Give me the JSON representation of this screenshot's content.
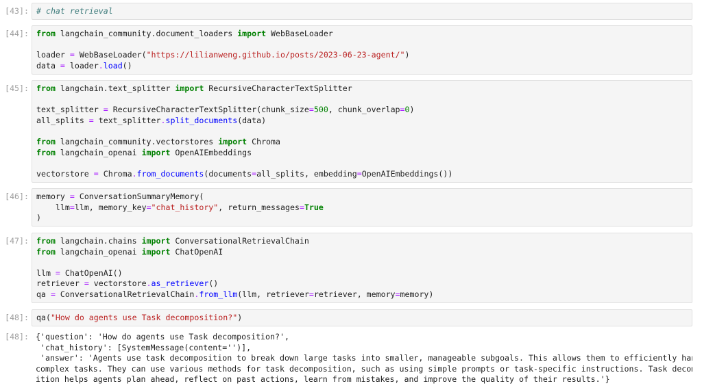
{
  "cells": [
    {
      "id": "c43",
      "prompt": "[43]:",
      "lines": [
        [
          {
            "t": "# chat retrieval",
            "c": "cmt"
          }
        ]
      ]
    },
    {
      "id": "c44",
      "prompt": "[44]:",
      "lines": [
        [
          {
            "t": "from",
            "c": "kw"
          },
          {
            "t": " langchain_community.document_loaders "
          },
          {
            "t": "import",
            "c": "kw"
          },
          {
            "t": " WebBaseLoader"
          }
        ],
        [],
        [
          {
            "t": "loader "
          },
          {
            "t": "=",
            "c": "op"
          },
          {
            "t": " WebBaseLoader("
          },
          {
            "t": "\"https://lilianweng.github.io/posts/2023-06-23-agent/\"",
            "c": "str"
          },
          {
            "t": ")"
          }
        ],
        [
          {
            "t": "data "
          },
          {
            "t": "=",
            "c": "op"
          },
          {
            "t": " loader"
          },
          {
            "t": ".",
            "c": "op"
          },
          {
            "t": "load",
            "c": "fn"
          },
          {
            "t": "()"
          }
        ]
      ]
    },
    {
      "id": "c45",
      "prompt": "[45]:",
      "lines": [
        [
          {
            "t": "from",
            "c": "kw"
          },
          {
            "t": " langchain.text_splitter "
          },
          {
            "t": "import",
            "c": "kw"
          },
          {
            "t": " RecursiveCharacterTextSplitter"
          }
        ],
        [],
        [
          {
            "t": "text_splitter "
          },
          {
            "t": "=",
            "c": "op"
          },
          {
            "t": " RecursiveCharacterTextSplitter(chunk_size"
          },
          {
            "t": "=",
            "c": "op"
          },
          {
            "t": "500",
            "c": "num"
          },
          {
            "t": ", chunk_overlap"
          },
          {
            "t": "=",
            "c": "op"
          },
          {
            "t": "0",
            "c": "num"
          },
          {
            "t": ")"
          }
        ],
        [
          {
            "t": "all_splits "
          },
          {
            "t": "=",
            "c": "op"
          },
          {
            "t": " text_splitter"
          },
          {
            "t": ".",
            "c": "op"
          },
          {
            "t": "split_documents",
            "c": "fn"
          },
          {
            "t": "(data)"
          }
        ],
        [],
        [
          {
            "t": "from",
            "c": "kw"
          },
          {
            "t": " langchain_community.vectorstores "
          },
          {
            "t": "import",
            "c": "kw"
          },
          {
            "t": " Chroma"
          }
        ],
        [
          {
            "t": "from",
            "c": "kw"
          },
          {
            "t": " langchain_openai "
          },
          {
            "t": "import",
            "c": "kw"
          },
          {
            "t": " OpenAIEmbeddings"
          }
        ],
        [],
        [
          {
            "t": "vectorstore "
          },
          {
            "t": "=",
            "c": "op"
          },
          {
            "t": " Chroma"
          },
          {
            "t": ".",
            "c": "op"
          },
          {
            "t": "from_documents",
            "c": "fn"
          },
          {
            "t": "(documents"
          },
          {
            "t": "=",
            "c": "op"
          },
          {
            "t": "all_splits, embedding"
          },
          {
            "t": "=",
            "c": "op"
          },
          {
            "t": "OpenAIEmbeddings())"
          }
        ]
      ]
    },
    {
      "id": "c46",
      "prompt": "[46]:",
      "lines": [
        [
          {
            "t": "memory "
          },
          {
            "t": "=",
            "c": "op"
          },
          {
            "t": " ConversationSummaryMemory("
          }
        ],
        [
          {
            "t": "    llm"
          },
          {
            "t": "=",
            "c": "op"
          },
          {
            "t": "llm, memory_key"
          },
          {
            "t": "=",
            "c": "op"
          },
          {
            "t": "\"chat_history\"",
            "c": "str"
          },
          {
            "t": ", return_messages"
          },
          {
            "t": "=",
            "c": "op"
          },
          {
            "t": "True",
            "c": "kw"
          }
        ],
        [
          {
            "t": ")"
          }
        ]
      ]
    },
    {
      "id": "c47",
      "prompt": "[47]:",
      "lines": [
        [
          {
            "t": "from",
            "c": "kw"
          },
          {
            "t": " langchain.chains "
          },
          {
            "t": "import",
            "c": "kw"
          },
          {
            "t": " ConversationalRetrievalChain"
          }
        ],
        [
          {
            "t": "from",
            "c": "kw"
          },
          {
            "t": " langchain_openai "
          },
          {
            "t": "import",
            "c": "kw"
          },
          {
            "t": " ChatOpenAI"
          }
        ],
        [],
        [
          {
            "t": "llm "
          },
          {
            "t": "=",
            "c": "op"
          },
          {
            "t": " ChatOpenAI()"
          }
        ],
        [
          {
            "t": "retriever "
          },
          {
            "t": "=",
            "c": "op"
          },
          {
            "t": " vectorstore"
          },
          {
            "t": ".",
            "c": "op"
          },
          {
            "t": "as_retriever",
            "c": "fn"
          },
          {
            "t": "()"
          }
        ],
        [
          {
            "t": "qa "
          },
          {
            "t": "=",
            "c": "op"
          },
          {
            "t": " ConversationalRetrievalChain"
          },
          {
            "t": ".",
            "c": "op"
          },
          {
            "t": "from_llm",
            "c": "fn"
          },
          {
            "t": "(llm, retriever"
          },
          {
            "t": "=",
            "c": "op"
          },
          {
            "t": "retriever, memory"
          },
          {
            "t": "=",
            "c": "op"
          },
          {
            "t": "memory)"
          }
        ]
      ]
    },
    {
      "id": "c48",
      "prompt": "[48]:",
      "lines": [
        [
          {
            "t": "qa("
          },
          {
            "t": "\"How do agents use Task decomposition?\"",
            "c": "str"
          },
          {
            "t": ")"
          }
        ]
      ]
    }
  ],
  "output": {
    "prompt": "[48]:",
    "lines": [
      "{'question': 'How do agents use Task decomposition?',",
      " 'chat_history': [SystemMessage(content='')],",
      " 'answer': 'Agents use task decomposition to break down large tasks into smaller, manageable subgoals. This allows them to efficiently handle",
      "complex tasks. They can use various methods for task decomposition, such as using simple prompts or task-specific instructions. Task decompos",
      "ition helps agents plan ahead, reflect on past actions, learn from mistakes, and improve the quality of their results.'}"
    ]
  }
}
